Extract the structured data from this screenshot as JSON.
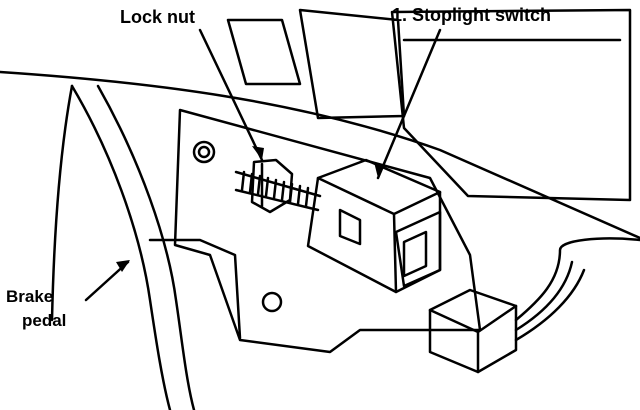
{
  "labels": {
    "lock_nut": "Lock nut",
    "stoplight_switch": "1. Stoplight switch",
    "brake": "Brake",
    "pedal": "pedal"
  },
  "colors": {
    "ink": "#000000",
    "paper": "#ffffff"
  }
}
